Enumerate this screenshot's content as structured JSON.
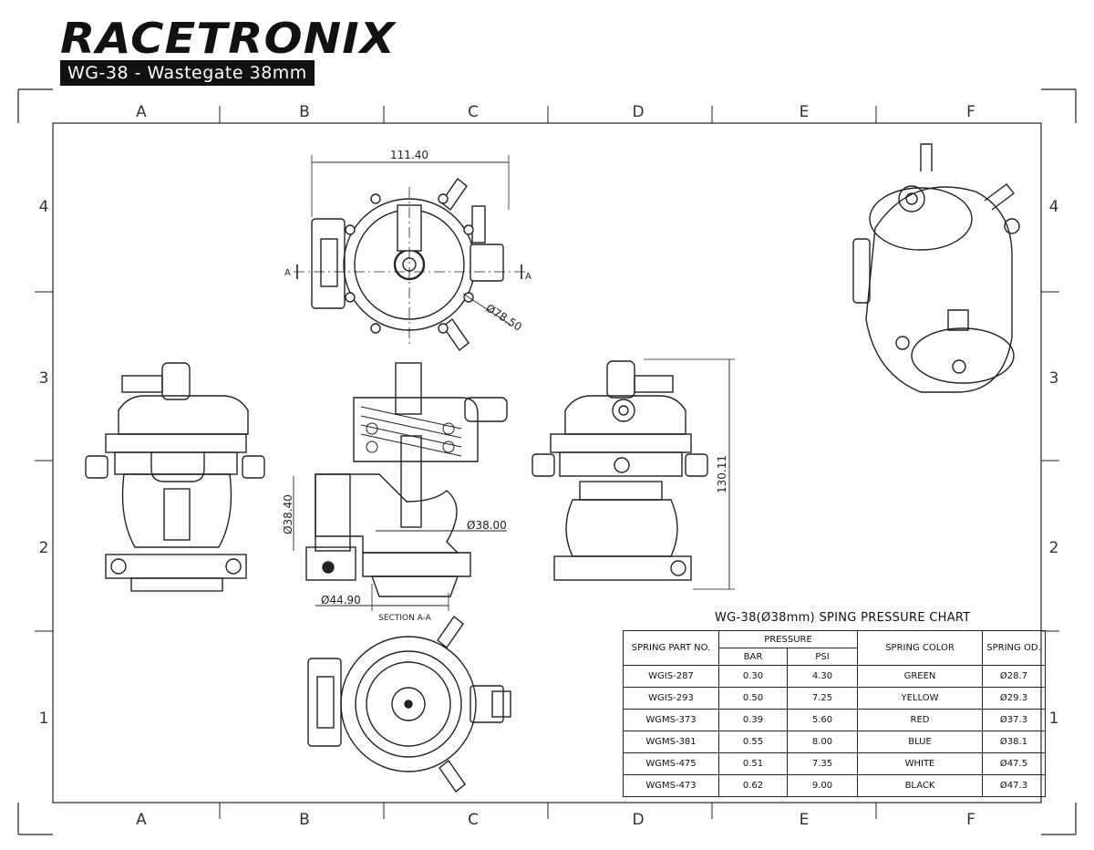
{
  "brand": {
    "logo_text": "RACETRONIX",
    "title": "WG-38 - Wastegate 38mm"
  },
  "frame": {
    "columns": [
      "A",
      "B",
      "C",
      "D",
      "E",
      "F"
    ],
    "rows": [
      "4",
      "3",
      "2",
      "1"
    ]
  },
  "dimensions": {
    "top_width": "111.40",
    "top_diameter": "Ø78.50",
    "inlet_diameter": "Ø38.40",
    "valve_diameter": "Ø38.00",
    "flange_diameter": "Ø44.90",
    "height": "130.11",
    "section_label": "SECTION A-A",
    "section_marker": "A"
  },
  "spring_chart": {
    "title": "WG-38(Ø38mm) SPING PRESSURE CHART",
    "headers": {
      "part": "SPRING PART NO.",
      "pressure": "PRESSURE",
      "bar": "BAR",
      "psi": "PSI",
      "color": "SPRING COLOR",
      "od": "SPRING OD."
    },
    "rows": [
      {
        "part": "WGIS-287",
        "bar": "0.30",
        "psi": "4.30",
        "color": "GREEN",
        "od": "Ø28.7"
      },
      {
        "part": "WGIS-293",
        "bar": "0.50",
        "psi": "7.25",
        "color": "YELLOW",
        "od": "Ø29.3"
      },
      {
        "part": "WGMS-373",
        "bar": "0.39",
        "psi": "5.60",
        "color": "RED",
        "od": "Ø37.3"
      },
      {
        "part": "WGMS-381",
        "bar": "0.55",
        "psi": "8.00",
        "color": "BLUE",
        "od": "Ø38.1"
      },
      {
        "part": "WGMS-475",
        "bar": "0.51",
        "psi": "7.35",
        "color": "WHITE",
        "od": "Ø47.5"
      },
      {
        "part": "WGMS-473",
        "bar": "0.62",
        "psi": "9.00",
        "color": "BLACK",
        "od": "Ø47.3"
      }
    ]
  }
}
